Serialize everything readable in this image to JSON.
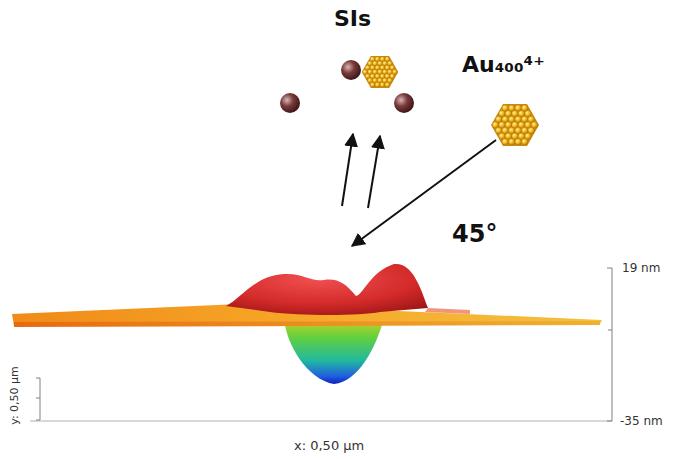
{
  "diagram": {
    "labels": [
      "SIs",
      "Au₄₀₀⁴⁺",
      "45°",
      "19 nm",
      "-35 nm",
      "y: 0,50 µm",
      "x: 0,50 µm"
    ]
  }
}
